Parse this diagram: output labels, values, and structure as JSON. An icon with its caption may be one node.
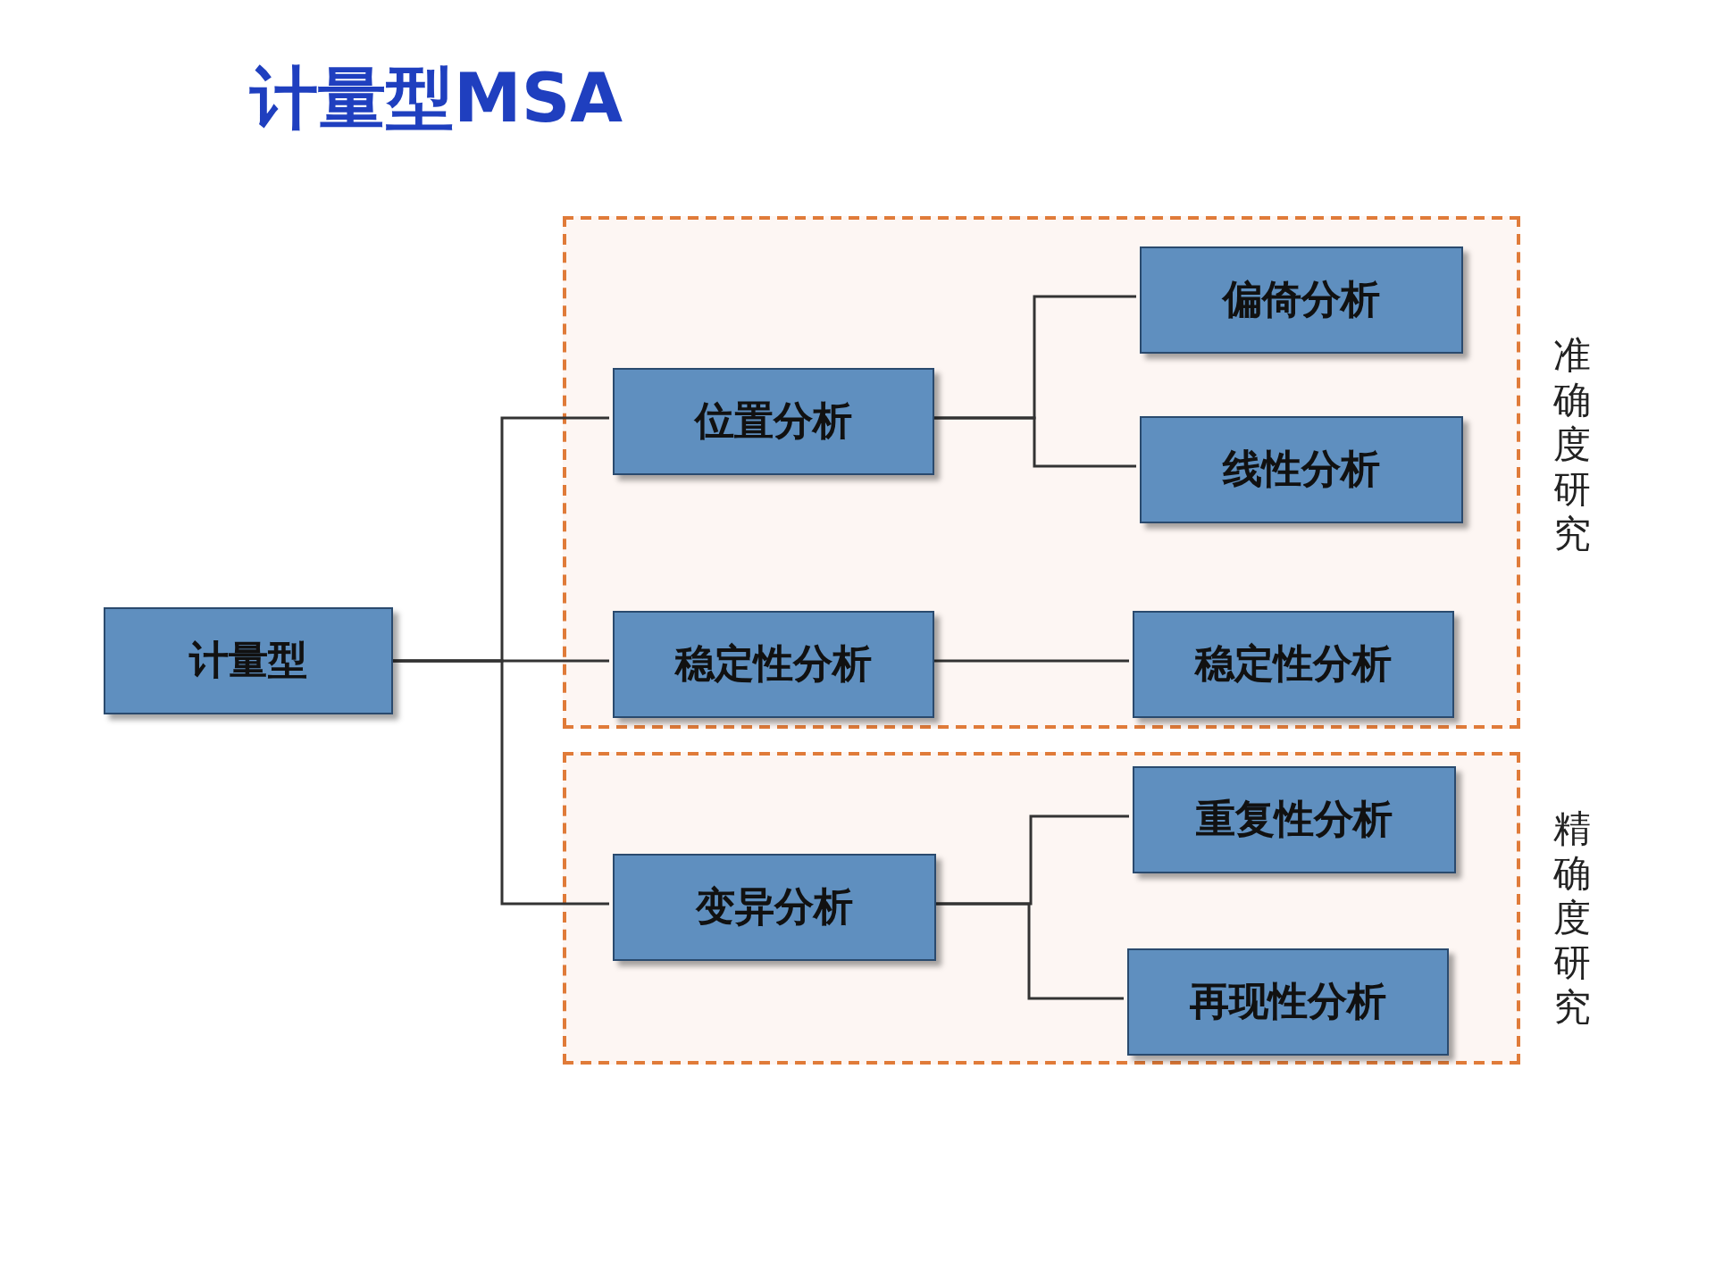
{
  "diagram": {
    "title": "计量型MSA",
    "nodes": [
      {
        "text": [
          "准确度研究"
        ]
      },
      {
        "text": [
          "精确度研究"
        ]
      },
      {
        "text": [
          "计量型"
        ]
      },
      {
        "text": [
          "位置分析"
        ],
        "in": 0
      },
      {
        "text": [
          "偏倚分析"
        ],
        "in": 0
      },
      {
        "text": [
          "线性分析"
        ],
        "in": 0
      },
      {
        "text": [
          "稳定性分析"
        ],
        "in": 0
      },
      {
        "text": [
          "稳定性分析"
        ],
        "in": 0
      },
      {
        "text": [
          "变异分析"
        ],
        "in": 1
      },
      {
        "text": [
          "重复性分析"
        ],
        "in": 1
      },
      {
        "text": [
          "再现性分析"
        ],
        "in": 1
      }
    ],
    "edges": [
      {
        "from": 2,
        "to": 3,
        "arrow": "none"
      },
      {
        "from": 2,
        "to": 6,
        "arrow": "none"
      },
      {
        "from": 2,
        "to": 8,
        "arrow": "none"
      },
      {
        "from": 3,
        "to": 4,
        "arrow": "none"
      },
      {
        "from": 3,
        "to": 5,
        "arrow": "none"
      },
      {
        "from": 6,
        "to": 7,
        "arrow": "none"
      },
      {
        "from": 8,
        "to": 9,
        "arrow": "none"
      },
      {
        "from": 8,
        "to": 10,
        "arrow": "none"
      }
    ]
  }
}
